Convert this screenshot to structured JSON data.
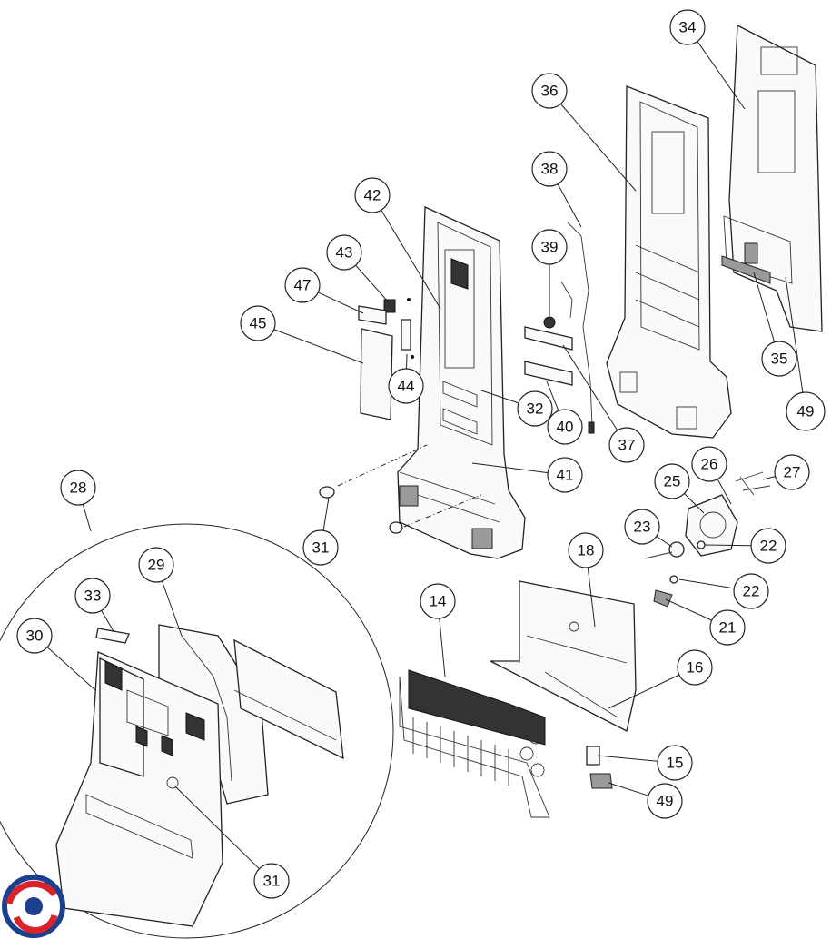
{
  "callouts": [
    "34",
    "36",
    "38",
    "42",
    "43",
    "47",
    "45",
    "39",
    "35",
    "49",
    "44",
    "32",
    "40",
    "37",
    "41",
    "31",
    "28",
    "29",
    "33",
    "30",
    "31",
    "26",
    "27",
    "25",
    "23",
    "22",
    "22",
    "21",
    "18",
    "14",
    "16",
    "15",
    "49"
  ],
  "colors": {
    "logo_blue": "#1d3f8f",
    "logo_red": "#d8232a",
    "line": "#222222"
  }
}
